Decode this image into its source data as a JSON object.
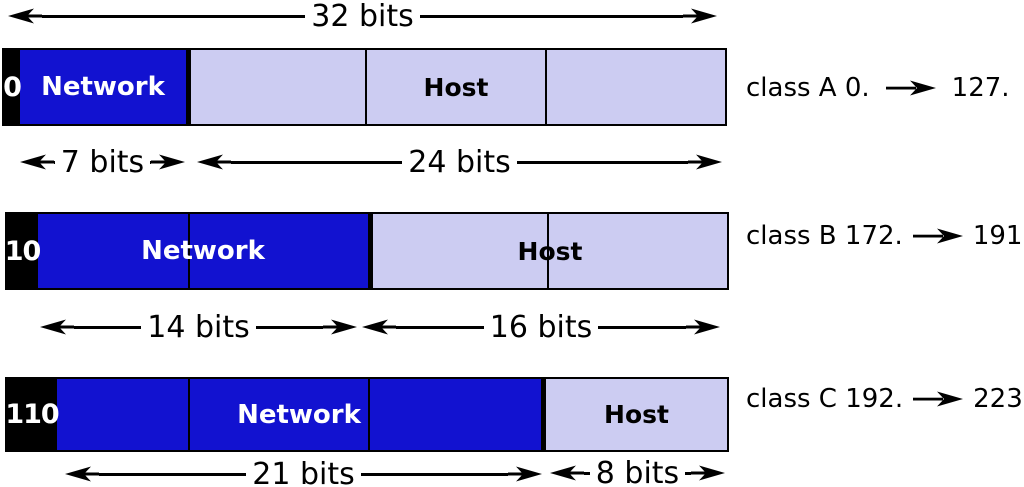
{
  "diagram": {
    "title_measure": "32 bits",
    "colors": {
      "network_fill": "#1212d0",
      "host_fill": "#ccccf2",
      "prefix_fill": "#000000",
      "line": "#000000"
    },
    "rows": [
      {
        "class_name": "A",
        "prefix_bits": "0",
        "network_label": "Network",
        "host_label": "Host",
        "network_bits": "7 bits",
        "host_bits": "24 bits",
        "class_text": "class A 0.",
        "range_text": "127."
      },
      {
        "class_name": "B",
        "prefix_bits": "10",
        "network_label": "Network",
        "host_label": "Host",
        "network_bits": "14 bits",
        "host_bits": "16 bits",
        "class_text": "class B 172.",
        "range_text": "191."
      },
      {
        "class_name": "C",
        "prefix_bits": "110",
        "network_label": "Network",
        "host_label": "Host",
        "network_bits": "21 bits",
        "host_bits": "8 bits",
        "class_text": "class C 192.",
        "range_text": "223."
      }
    ]
  }
}
